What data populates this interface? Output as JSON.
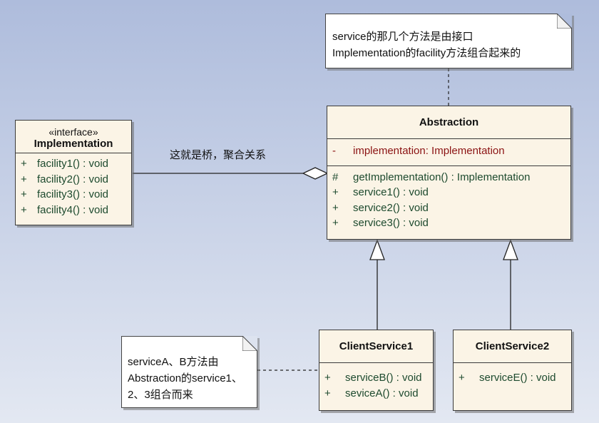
{
  "implementation_class": {
    "stereotype": "«interface»",
    "name": "Implementation",
    "operations": [
      {
        "vis": "+",
        "text": "facility1() : void"
      },
      {
        "vis": "+",
        "text": "facility2() : void"
      },
      {
        "vis": "+",
        "text": "facility3() : void"
      },
      {
        "vis": "+",
        "text": "facility4() : void"
      }
    ]
  },
  "abstraction_class": {
    "name": "Abstraction",
    "attributes": [
      {
        "vis": "-",
        "text": "implementation:  Implementation"
      }
    ],
    "operations": [
      {
        "vis": "#",
        "text": "getImplementation() : Implementation"
      },
      {
        "vis": "+",
        "text": "service1() : void"
      },
      {
        "vis": "+",
        "text": "service2() : void"
      },
      {
        "vis": "+",
        "text": "service3() : void"
      }
    ]
  },
  "client_service1": {
    "name": "ClientService1",
    "operations": [
      {
        "vis": "+",
        "text": "serviceB() : void"
      },
      {
        "vis": "+",
        "text": "seviceA() : void"
      }
    ]
  },
  "client_service2": {
    "name": "ClientService2",
    "operations": [
      {
        "vis": "+",
        "text": "serviceE() : void"
      }
    ]
  },
  "note_top": {
    "line1": "service的那几个方法是由接口",
    "line2": "Implementation的facility方法组合起来的"
  },
  "note_bottom": {
    "line1": "serviceA、B方法由",
    "line2": "Abstraction的service1、",
    "line3": "2、3组合而来"
  },
  "aggregation_label": "这就是桥，聚合关系",
  "colors": {
    "class_fill": "#fbf4e6",
    "operation_text": "#1d4a2e",
    "attribute_text": "#8b1313",
    "background_top": "#aebcdc",
    "background_bottom": "#e3e8f2"
  }
}
